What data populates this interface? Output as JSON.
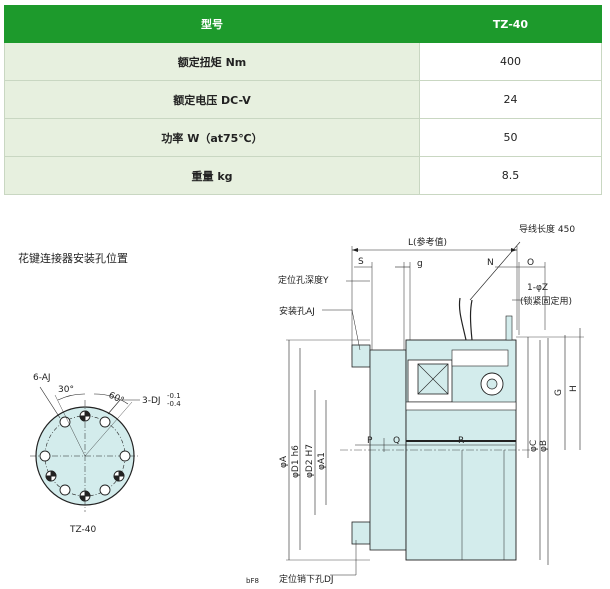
{
  "table": {
    "header": {
      "label": "型号",
      "value": "TZ-40"
    },
    "rows": [
      {
        "label": "额定扭矩 Nm",
        "value": "400"
      },
      {
        "label": "额定电压 DC-V",
        "value": "24"
      },
      {
        "label": "功率 W（at75℃）",
        "value": "50"
      },
      {
        "label": "重量 kg",
        "value": "8.5"
      }
    ]
  },
  "left_diagram": {
    "title": "花键连接器安装孔位置",
    "label_aj": "6-AJ",
    "angle_30": "30°",
    "angle_60": "60°",
    "label_dj": "3-DJ",
    "tol_top": "-0.1",
    "tol_bottom": "-0.4",
    "model": "TZ-40"
  },
  "right_diagram": {
    "L": "L(参考值)",
    "lead_length": "导线长度 450",
    "S": "S",
    "g": "g",
    "N": "N",
    "O": "O",
    "Y": "定位孔深度Y",
    "Z": "1-φZ",
    "Z_note": "(锁紧固定用)",
    "AJ": "安装孔AJ",
    "G": "G",
    "H": "H",
    "P": "P",
    "Q": "Q",
    "R": "R",
    "phiA": "φA",
    "phiD1": "φD1 h6",
    "phiD2": "φD2 H7",
    "phiA1": "φA1",
    "phiC": "φC",
    "phiB": "φB",
    "bf8": "bF8",
    "DJ": "定位销下孔DJ"
  }
}
